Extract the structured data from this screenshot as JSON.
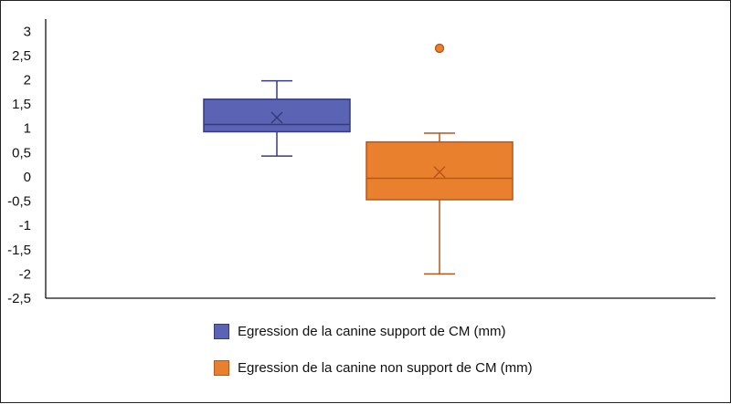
{
  "chart_data": {
    "type": "box",
    "ylim": [
      -2.5,
      3.25
    ],
    "yticks": [
      "3",
      "2,5",
      "2",
      "1,5",
      "1",
      "0,5",
      "0",
      "-0,5",
      "-1",
      "-1,5",
      "-2",
      "-2,5"
    ],
    "ytick_values": [
      3,
      2.5,
      2,
      1.5,
      1,
      0.5,
      0,
      -0.5,
      -1,
      -1.5,
      -2,
      -2.5
    ],
    "grid": false,
    "legend_position": "bottom",
    "series": [
      {
        "name": "Egression de la canine support de CM (mm)",
        "color": "#5b63b5",
        "edge": "#353b7e",
        "min": 0.43,
        "q1": 0.93,
        "median": 1.08,
        "q3": 1.6,
        "max": 1.98,
        "mean": 1.22,
        "outliers": []
      },
      {
        "name": "Egression de la canine non support de CM (mm)",
        "color": "#e8802e",
        "edge": "#b8561b",
        "min": -2.0,
        "q1": -0.47,
        "median": -0.03,
        "q3": 0.72,
        "max": 0.9,
        "mean": 0.1,
        "outliers": [
          2.65
        ]
      }
    ]
  }
}
